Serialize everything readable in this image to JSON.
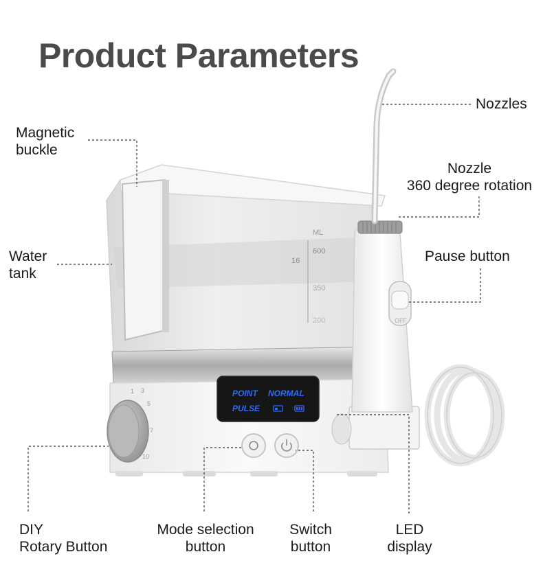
{
  "title": "Product Parameters",
  "labels": {
    "nozzles": "Nozzles",
    "magnetic_buckle": [
      "Magnetic",
      "buckle"
    ],
    "nozzle_rotation": [
      "Nozzle",
      "360 degree rotation"
    ],
    "water_tank": [
      "Water",
      "tank"
    ],
    "pause_button": "Pause button",
    "diy_rotary": [
      "DIY",
      "Rotary Button"
    ],
    "mode_selection": [
      "Mode selection",
      "button"
    ],
    "switch_button": [
      "Switch",
      "button"
    ],
    "led_display": [
      "LED",
      "display"
    ]
  },
  "tank_scale": {
    "unit": "ML",
    "marks": [
      "600",
      "350",
      "200"
    ],
    "side_mark": "16"
  },
  "display": {
    "row1_left": "POINT",
    "row1_right": "NORMAL",
    "row2_left": "PULSE",
    "text_color": "#2f6bff"
  },
  "dial_numbers": [
    "1",
    "3",
    "5",
    "7",
    "10"
  ],
  "colors": {
    "body": "#f3f3f3",
    "chrome": "#c8c8c8",
    "leader": "#333333"
  }
}
